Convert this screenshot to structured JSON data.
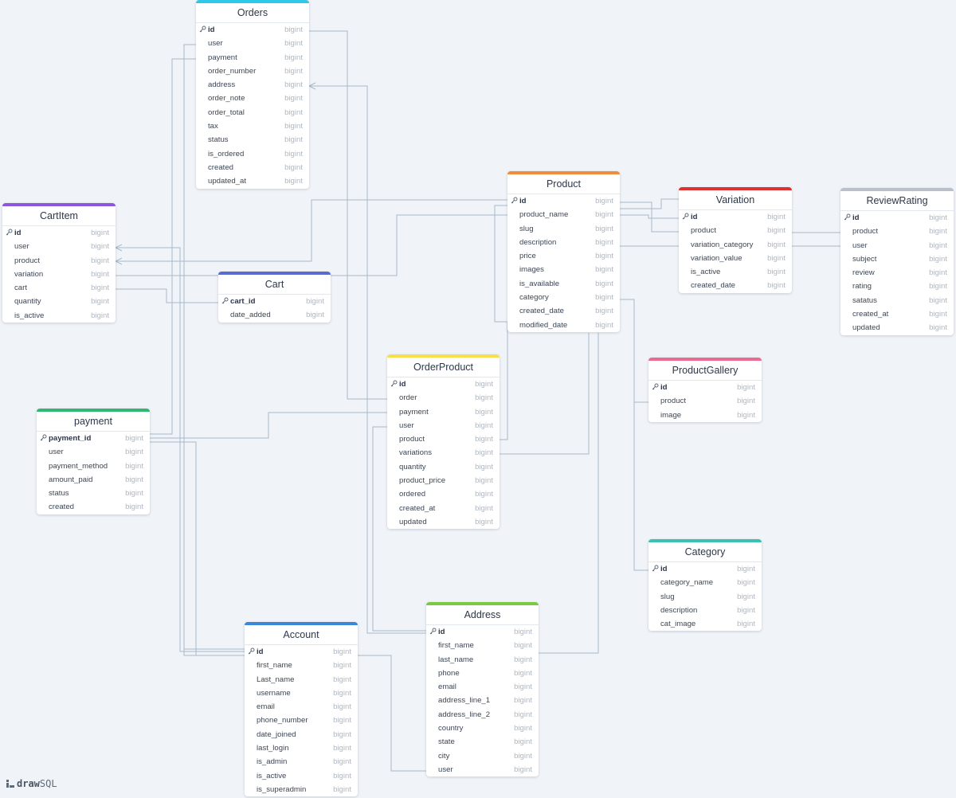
{
  "brand": {
    "prefix": "draw",
    "suffix": "SQL"
  },
  "tables": [
    {
      "key": "orders",
      "title": "Orders",
      "color": "#2ec8e8",
      "columns": [
        {
          "name": "id",
          "type": "bigint",
          "pk": true
        },
        {
          "name": "user",
          "type": "bigint"
        },
        {
          "name": "payment",
          "type": "bigint"
        },
        {
          "name": "order_number",
          "type": "bigint"
        },
        {
          "name": "address",
          "type": "bigint"
        },
        {
          "name": "order_note",
          "type": "bigint"
        },
        {
          "name": "order_total",
          "type": "bigint"
        },
        {
          "name": "tax",
          "type": "bigint"
        },
        {
          "name": "status",
          "type": "bigint"
        },
        {
          "name": "is_ordered",
          "type": "bigint"
        },
        {
          "name": "created",
          "type": "bigint"
        },
        {
          "name": "updated_at",
          "type": "bigint"
        }
      ]
    },
    {
      "key": "product",
      "title": "Product",
      "color": "#f08c3c",
      "columns": [
        {
          "name": "id",
          "type": "bigint",
          "pk": true
        },
        {
          "name": "product_name",
          "type": "bigint"
        },
        {
          "name": "slug",
          "type": "bigint"
        },
        {
          "name": "description",
          "type": "bigint"
        },
        {
          "name": "price",
          "type": "bigint"
        },
        {
          "name": "images",
          "type": "bigint"
        },
        {
          "name": "is_available",
          "type": "bigint"
        },
        {
          "name": "category",
          "type": "bigint"
        },
        {
          "name": "created_date",
          "type": "bigint"
        },
        {
          "name": "modified_date",
          "type": "bigint"
        }
      ]
    },
    {
      "key": "variation",
      "title": "Variation",
      "color": "#e03131",
      "columns": [
        {
          "name": "id",
          "type": "bigint",
          "pk": true
        },
        {
          "name": "product",
          "type": "bigint"
        },
        {
          "name": "variation_category",
          "type": "bigint"
        },
        {
          "name": "variation_value",
          "type": "bigint"
        },
        {
          "name": "is_active",
          "type": "bigint"
        },
        {
          "name": "created_date",
          "type": "bigint"
        }
      ]
    },
    {
      "key": "reviewrating",
      "title": "ReviewRating",
      "color": "#b9c0ca",
      "columns": [
        {
          "name": "id",
          "type": "bigint",
          "pk": true
        },
        {
          "name": "product",
          "type": "bigint"
        },
        {
          "name": "user",
          "type": "bigint"
        },
        {
          "name": "subject",
          "type": "bigint"
        },
        {
          "name": "review",
          "type": "bigint"
        },
        {
          "name": "rating",
          "type": "bigint"
        },
        {
          "name": "satatus",
          "type": "bigint"
        },
        {
          "name": "created_at",
          "type": "bigint"
        },
        {
          "name": "updated",
          "type": "bigint"
        }
      ]
    },
    {
      "key": "cartitem",
      "title": "CartItem",
      "color": "#8e56e0",
      "columns": [
        {
          "name": "id",
          "type": "bigint",
          "pk": true
        },
        {
          "name": "user",
          "type": "bigint"
        },
        {
          "name": "product",
          "type": "bigint"
        },
        {
          "name": "variation",
          "type": "bigint"
        },
        {
          "name": "cart",
          "type": "bigint"
        },
        {
          "name": "quantity",
          "type": "bigint"
        },
        {
          "name": "is_active",
          "type": "bigint"
        }
      ]
    },
    {
      "key": "cart",
      "title": "Cart",
      "color": "#5a6acf",
      "columns": [
        {
          "name": "cart_id",
          "type": "bigint",
          "pk": true
        },
        {
          "name": "date_added",
          "type": "bigint"
        }
      ]
    },
    {
      "key": "orderproduct",
      "title": "OrderProduct",
      "color": "#f5e04a",
      "columns": [
        {
          "name": "id",
          "type": "bigint",
          "pk": true
        },
        {
          "name": "order",
          "type": "bigint"
        },
        {
          "name": "payment",
          "type": "bigint"
        },
        {
          "name": "user",
          "type": "bigint"
        },
        {
          "name": "product",
          "type": "bigint"
        },
        {
          "name": "variations",
          "type": "bigint"
        },
        {
          "name": "quantity",
          "type": "bigint"
        },
        {
          "name": "product_price",
          "type": "bigint"
        },
        {
          "name": "ordered",
          "type": "bigint"
        },
        {
          "name": "created_at",
          "type": "bigint"
        },
        {
          "name": "updated",
          "type": "bigint"
        }
      ]
    },
    {
      "key": "productgallery",
      "title": "ProductGallery",
      "color": "#ea6a90",
      "columns": [
        {
          "name": "id",
          "type": "bigint",
          "pk": true
        },
        {
          "name": "product",
          "type": "bigint"
        },
        {
          "name": "image",
          "type": "bigint"
        }
      ]
    },
    {
      "key": "payment",
      "title": "payment",
      "color": "#2eb872",
      "columns": [
        {
          "name": "payment_id",
          "type": "bigint",
          "pk": true
        },
        {
          "name": "user",
          "type": "bigint"
        },
        {
          "name": "payment_method",
          "type": "bigint"
        },
        {
          "name": "amount_paid",
          "type": "bigint"
        },
        {
          "name": "status",
          "type": "bigint"
        },
        {
          "name": "created",
          "type": "bigint"
        }
      ]
    },
    {
      "key": "category",
      "title": "Category",
      "color": "#3cc0b4",
      "columns": [
        {
          "name": "id",
          "type": "bigint",
          "pk": true
        },
        {
          "name": "category_name",
          "type": "bigint"
        },
        {
          "name": "slug",
          "type": "bigint"
        },
        {
          "name": "description",
          "type": "bigint"
        },
        {
          "name": "cat_image",
          "type": "bigint"
        }
      ]
    },
    {
      "key": "address",
      "title": "Address",
      "color": "#7ac943",
      "columns": [
        {
          "name": "id",
          "type": "bigint",
          "pk": true
        },
        {
          "name": "first_name",
          "type": "bigint"
        },
        {
          "name": "last_name",
          "type": "bigint"
        },
        {
          "name": "phone",
          "type": "bigint"
        },
        {
          "name": "email",
          "type": "bigint"
        },
        {
          "name": "address_line_1",
          "type": "bigint"
        },
        {
          "name": "address_line_2",
          "type": "bigint"
        },
        {
          "name": "country",
          "type": "bigint"
        },
        {
          "name": "state",
          "type": "bigint"
        },
        {
          "name": "city",
          "type": "bigint"
        },
        {
          "name": "user",
          "type": "bigint"
        }
      ]
    },
    {
      "key": "account",
      "title": "Account",
      "color": "#3a86d8",
      "columns": [
        {
          "name": "id",
          "type": "bigint",
          "pk": true
        },
        {
          "name": "first_name",
          "type": "bigint"
        },
        {
          "name": "Last_name",
          "type": "bigint"
        },
        {
          "name": "username",
          "type": "bigint"
        },
        {
          "name": "email",
          "type": "bigint"
        },
        {
          "name": "phone_number",
          "type": "bigint"
        },
        {
          "name": "date_joined",
          "type": "bigint"
        },
        {
          "name": "last_login",
          "type": "bigint"
        },
        {
          "name": "is_admin",
          "type": "bigint"
        },
        {
          "name": "is_active",
          "type": "bigint"
        },
        {
          "name": "is_superadmin",
          "type": "bigint"
        }
      ]
    }
  ]
}
